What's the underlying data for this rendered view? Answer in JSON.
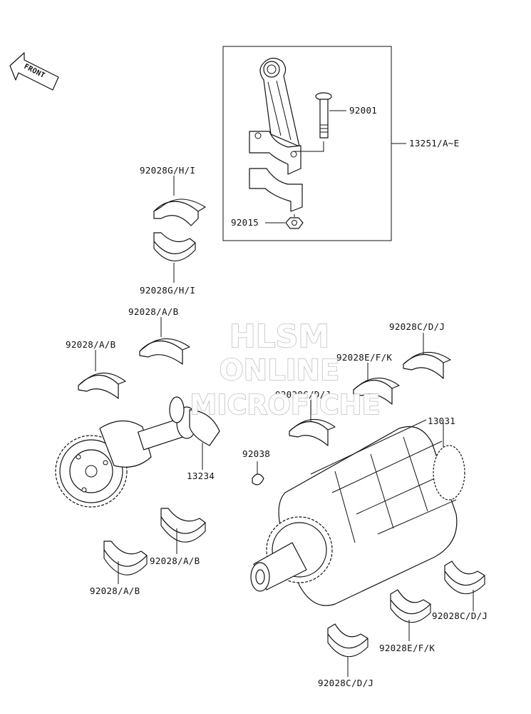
{
  "watermark": {
    "line1": "HLSM",
    "line2": "ONLINE",
    "line3": "MICROFICHE"
  },
  "front_arrow": {
    "label": "FRONT"
  },
  "parts": {
    "p_92001": "92001",
    "p_13251": "13251/A~E",
    "p_92015": "92015",
    "p_92028ghi_top": "92028G/H/I",
    "p_92028ghi_bottom": "92028G/H/I",
    "p_92028ab_1": "92028/A/B",
    "p_92028ab_2": "92028/A/B",
    "p_92028cdj_1": "92028C/D/J",
    "p_92028efk_1": "92028E/F/K",
    "p_92028cdj_2": "92028C/D/J",
    "p_13031": "13031",
    "p_92038": "92038",
    "p_13234": "13234",
    "p_92028ab_3": "92028/A/B",
    "p_92028ab_4": "92028/A/B",
    "p_92028cdj_3": "92028C/D/J",
    "p_92028efk_2": "92028E/F/K",
    "p_92028cdj_4": "92028C/D/J"
  },
  "colors": {
    "line": "#111111",
    "watermark_outline": "#bdbdbd",
    "background": "#ffffff"
  }
}
